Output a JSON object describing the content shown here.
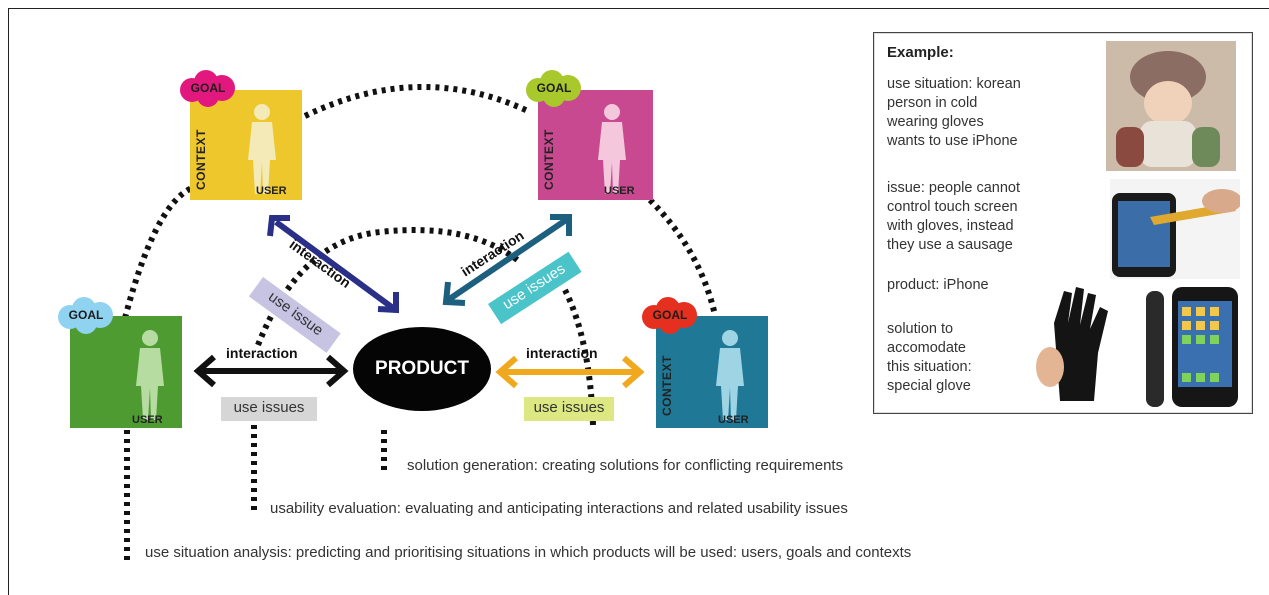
{
  "diagram": {
    "product_label": "PRODUCT",
    "context_label": "CONTEXT",
    "user_label": "USER",
    "goal_label": "GOAL",
    "interaction_label": "interaction",
    "use_issue_label": "use issue",
    "use_issues_label": "use issues",
    "captions": {
      "solution": "solution generation: creating solutions for conflicting requirements",
      "usability": "usability evaluation: evaluating and anticipating interactions and related usability issues",
      "situation": "use situation analysis: predicting and prioritising situations in which products will be used: users, goals and contexts"
    },
    "colors": {
      "yellow_box": "#eec72c",
      "pink_box": "#c8498f",
      "green_box": "#4e9b32",
      "blue_box": "#1f7896",
      "navy_arrow": "#2a2f88",
      "teal_arrow": "#1c5f7f",
      "black_arrow": "#111111",
      "orange_arrow": "#f0a81d",
      "cloud_magenta": "#e3187f",
      "cloud_lime": "#a8c82c",
      "cloud_skyblue": "#8fd3f0",
      "cloud_red": "#e6301f"
    }
  },
  "example": {
    "heading": "Example:",
    "situation": [
      "use situation: korean",
      "person in cold",
      "wearing gloves",
      "wants to use iPhone"
    ],
    "issue": [
      "issue: people cannot",
      "control touch screen",
      "with gloves, instead",
      "they use a sausage"
    ],
    "product": "product: iPhone",
    "solution": [
      "solution to",
      "accomodate",
      "this situation:",
      "special glove"
    ]
  }
}
